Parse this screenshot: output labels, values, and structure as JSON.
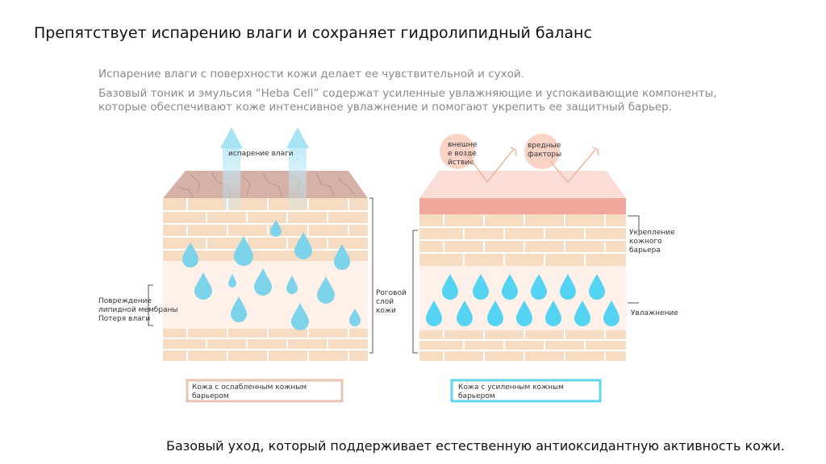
{
  "title": "Препятствует испарению влаги и сохраняет гидролипидный баланс",
  "paragraph1": "Испарение влаги с поверхности кожи делает ее чувствительной и сухой.",
  "paragraph2": "Базовый тоник и эмульсия “Heba Cell” содержат усиленные увлажняющие и успокаивающие компоненты, которые обеспечивают коже интенсивное увлажнение и помогают укрепить ее защитный барьер.",
  "left": {
    "evaporation_label": "испарение влаги",
    "damage_line1": "Повреждение",
    "damage_line2": "липидной мембраны",
    "damage_line3": "Потеря влаги",
    "caption_line1": "Кожа с ослабленным кожным",
    "caption_line2": "барьером",
    "caption_color": "#e8c4b4"
  },
  "middle_label": {
    "line1": "Роговой",
    "line2": "слой",
    "line3": "кожи"
  },
  "right": {
    "external_line1": "внешне",
    "external_line2": "е возде",
    "external_line3": "йствие",
    "harmful_line1": "вредные",
    "harmful_line2": "факторы",
    "barrier_line1": "Укрепление",
    "barrier_line2": "кожного",
    "barrier_line3": "барьера",
    "moisture": "Увлажнение",
    "caption_line1": "Кожа с усиленным кожным",
    "caption_line2": "барьером",
    "caption_color": "#5fd6ec"
  },
  "footer": "Базовый уход, который поддерживает естественную антиоксидантную активность кожи."
}
